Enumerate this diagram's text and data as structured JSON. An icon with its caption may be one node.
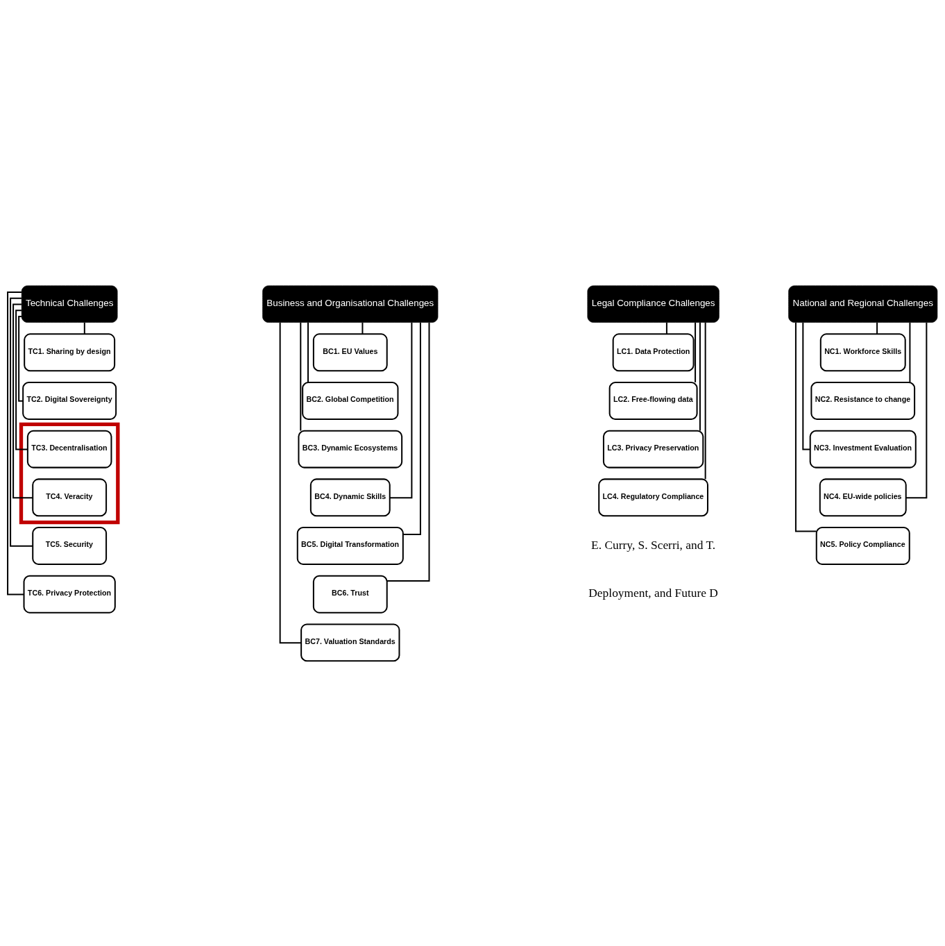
{
  "diagram": {
    "nodes": [
      {
        "text": [
          "Technical Challenges"
        ]
      },
      {
        "text": [
          "TC1. Sharing by design"
        ]
      },
      {
        "text": [
          "TC2. Digital Sovereignty"
        ]
      },
      {
        "text": [],
        "shape": "box"
      },
      {
        "text": [
          "TC3. Decentralisation"
        ],
        "in": 3
      },
      {
        "text": [
          "TC4. Veracity"
        ],
        "in": 3
      },
      {
        "text": [
          "TC5. Security"
        ]
      },
      {
        "text": [
          "TC6. Privacy Protection"
        ]
      },
      {
        "text": [
          "Business and Organisational Challenges"
        ]
      },
      {
        "text": [
          "BC1. EU Values"
        ]
      },
      {
        "text": [
          "BC2. Global Competition"
        ]
      },
      {
        "text": [
          "BC3. Dynamic Ecosystems"
        ]
      },
      {
        "text": [
          "BC4. Dynamic Skills"
        ]
      },
      {
        "text": [
          "BC5. Digital Transformation"
        ]
      },
      {
        "text": [
          "BC6. Trust"
        ]
      },
      {
        "text": [
          "BC7. Valuation Standards"
        ]
      },
      {
        "text": [
          "Legal Compliance Challenges"
        ]
      },
      {
        "text": [
          "LC1. Data Protection"
        ]
      },
      {
        "text": [
          "LC2. Free-flowing data"
        ]
      },
      {
        "text": [
          "LC3. Privacy Preservation"
        ]
      },
      {
        "text": [
          "LC4. Regulatory Compliance"
        ]
      },
      {
        "text": [
          "National and Regional Challenges"
        ]
      },
      {
        "text": [
          "NC1. Workforce Skills"
        ]
      },
      {
        "text": [
          "NC2. Resistance to change"
        ]
      },
      {
        "text": [
          "NC3. Investment Evaluation"
        ]
      },
      {
        "text": [
          "NC4. EU-wide policies"
        ]
      },
      {
        "text": [
          "NC5. Policy Compliance"
        ]
      }
    ],
    "edges": [
      {
        "from": 0,
        "to": 1,
        "arrow": "none"
      },
      {
        "from": 0,
        "to": 2,
        "arrow": "none"
      },
      {
        "from": 0,
        "to": 4,
        "arrow": "none"
      },
      {
        "from": 0,
        "to": 5,
        "arrow": "none"
      },
      {
        "from": 0,
        "to": 6,
        "arrow": "none"
      },
      {
        "from": 0,
        "to": 7,
        "arrow": "none"
      },
      {
        "from": 8,
        "to": 9,
        "arrow": "none"
      },
      {
        "from": 8,
        "to": 10,
        "arrow": "none"
      },
      {
        "from": 8,
        "to": 11,
        "arrow": "none"
      },
      {
        "from": 8,
        "to": 12,
        "arrow": "none"
      },
      {
        "from": 8,
        "to": 13,
        "arrow": "none"
      },
      {
        "from": 8,
        "to": 14,
        "arrow": "none"
      },
      {
        "from": 8,
        "to": 15,
        "arrow": "none"
      },
      {
        "from": 16,
        "to": 17,
        "arrow": "none"
      },
      {
        "from": 16,
        "to": 18,
        "arrow": "none"
      },
      {
        "from": 16,
        "to": 19,
        "arrow": "none"
      },
      {
        "from": 16,
        "to": 20,
        "arrow": "none"
      },
      {
        "from": 21,
        "to": 22,
        "arrow": "none"
      },
      {
        "from": 21,
        "to": 23,
        "arrow": "none"
      },
      {
        "from": 21,
        "to": 24,
        "arrow": "none"
      },
      {
        "from": 21,
        "to": 25,
        "arrow": "none"
      },
      {
        "from": 21,
        "to": 26,
        "arrow": "none"
      }
    ],
    "labels": [
      "E. Curry, S. Scerri, and T.",
      "Deployment, and Future D"
    ]
  }
}
